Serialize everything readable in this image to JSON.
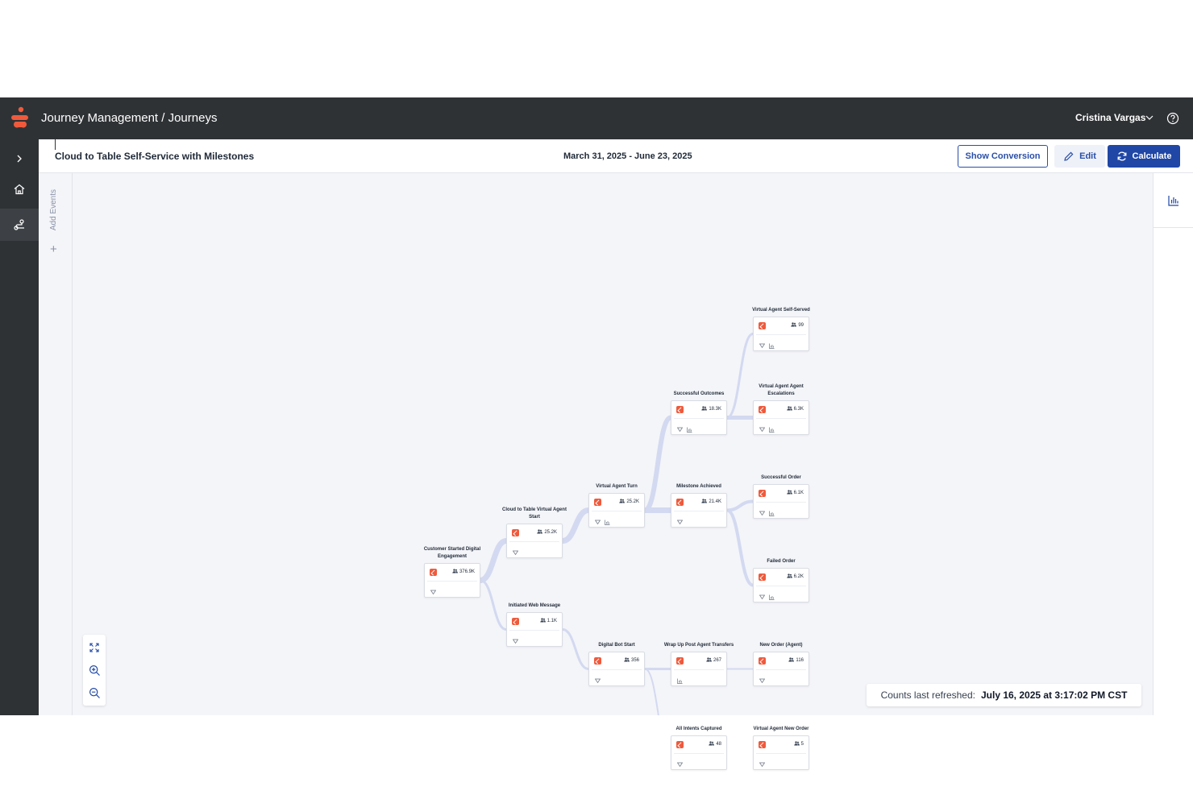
{
  "app": {
    "title": "Journey Management / Journeys",
    "user_name": "Cristina Vargas"
  },
  "journey": {
    "name": "Cloud to Table Self-Service with Milestones",
    "date_range": "March 31, 2025 - June 23, 2025"
  },
  "toolbar": {
    "show_conversion": "Show Conversion",
    "edit": "Edit",
    "calculate": "Calculate"
  },
  "events_rail": {
    "add_events": "Add Events",
    "plus": "+"
  },
  "colors": {
    "topbar": "#2f3235",
    "primary": "#2047a6",
    "brand_orange": "#ef5a3c",
    "link": "#d3d9f0"
  },
  "nodes": [
    {
      "title": "Customer Started Digital Engagement",
      "count": "376.9K",
      "chart": false
    },
    {
      "title": "Cloud to Table Virtual Agent Start",
      "count": "25.2K",
      "chart": false
    },
    {
      "title": "Initiated Web Message",
      "count": "1.1K",
      "chart": false
    },
    {
      "title": "Virtual Agent Turn",
      "count": "25.2K",
      "chart": true
    },
    {
      "title": "Digital Bot Start",
      "count": "356",
      "chart": false
    },
    {
      "title": "Successful Outcomes",
      "count": "18.3K",
      "chart": true
    },
    {
      "title": "Milestone Achieved",
      "count": "21.4K",
      "chart": false
    },
    {
      "title": "Wrap Up Post Agent Transfers",
      "count": "267",
      "chart": true,
      "no_filter": true
    },
    {
      "title": "All Intents Captured",
      "count": "48",
      "chart": false
    },
    {
      "title": "Virtual Agent Self-Served",
      "count": "99",
      "chart": true
    },
    {
      "title": "Virtual Agent Agent Escalations",
      "count": "6.3K",
      "chart": true
    },
    {
      "title": "Successful Order",
      "count": "6.1K",
      "chart": true
    },
    {
      "title": "Failed Order",
      "count": "6.2K",
      "chart": true
    },
    {
      "title": "New Order (Agent)",
      "count": "116",
      "chart": false
    },
    {
      "title": "Virtual Agent New Order",
      "count": "5",
      "chart": false
    }
  ],
  "refresh": {
    "label": "Counts last refreshed:",
    "value": "July 16, 2025 at 3:17:02 PM CST"
  }
}
